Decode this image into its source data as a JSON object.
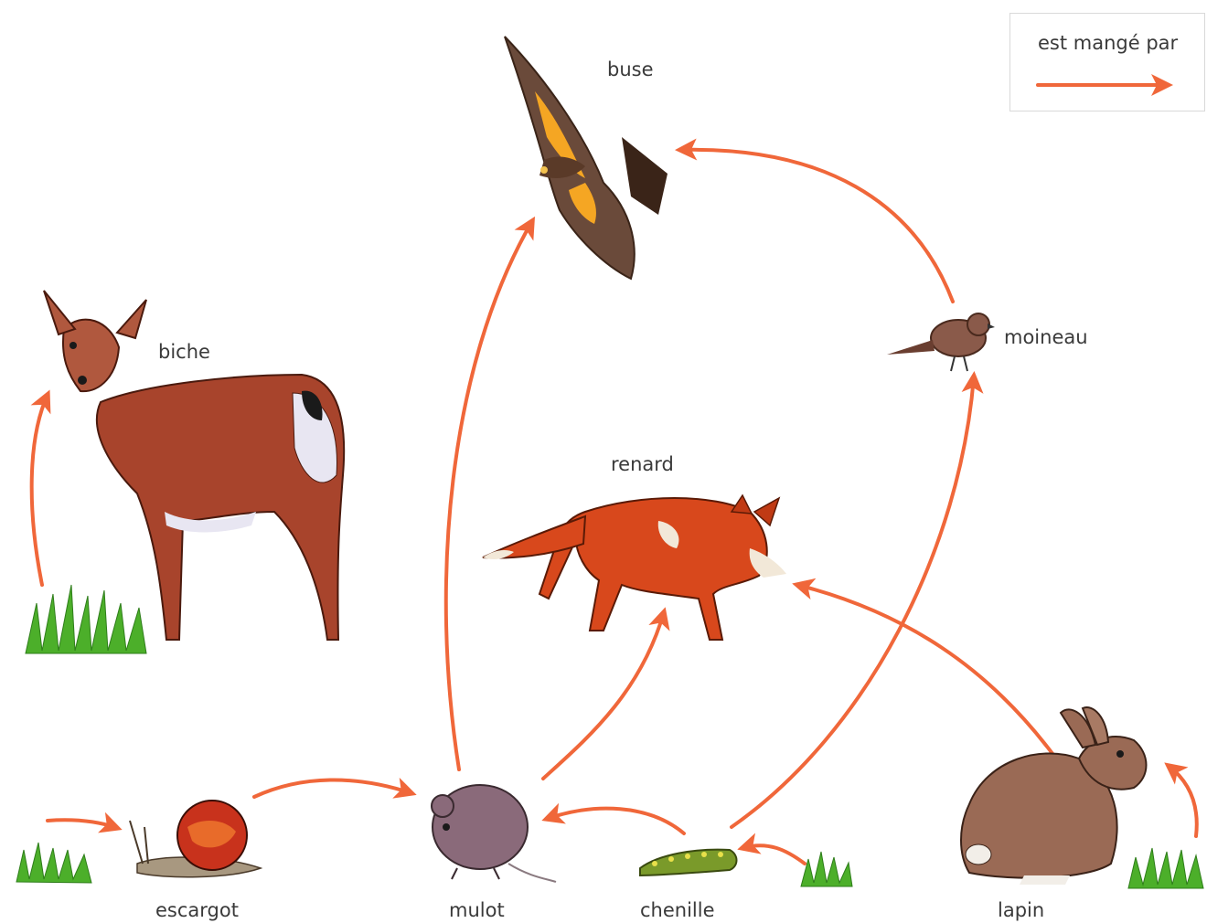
{
  "legend": {
    "text": "est mangé par",
    "arrow_color": "#f0673a"
  },
  "organisms": {
    "buse": "buse",
    "moineau": "moineau",
    "biche": "biche",
    "renard": "renard",
    "escargot": "escargot",
    "mulot": "mulot",
    "chenille": "chenille",
    "lapin": "lapin"
  },
  "relations": [
    {
      "from": "herbe",
      "to": "biche"
    },
    {
      "from": "herbe",
      "to": "escargot"
    },
    {
      "from": "escargot",
      "to": "mulot"
    },
    {
      "from": "chenille",
      "to": "mulot"
    },
    {
      "from": "herbe",
      "to": "chenille"
    },
    {
      "from": "mulot",
      "to": "buse"
    },
    {
      "from": "mulot",
      "to": "renard"
    },
    {
      "from": "chenille",
      "to": "moineau"
    },
    {
      "from": "moineau",
      "to": "buse"
    },
    {
      "from": "lapin",
      "to": "renard"
    },
    {
      "from": "herbe",
      "to": "lapin"
    }
  ],
  "colors": {
    "arrow": "#f0673a",
    "grass": "#4caf2a",
    "deer": "#a8442c",
    "fox": "#d8481c",
    "rabbit": "#9a6a55",
    "hawk": "#6a4a3a",
    "hawk_accent": "#f5a623"
  }
}
